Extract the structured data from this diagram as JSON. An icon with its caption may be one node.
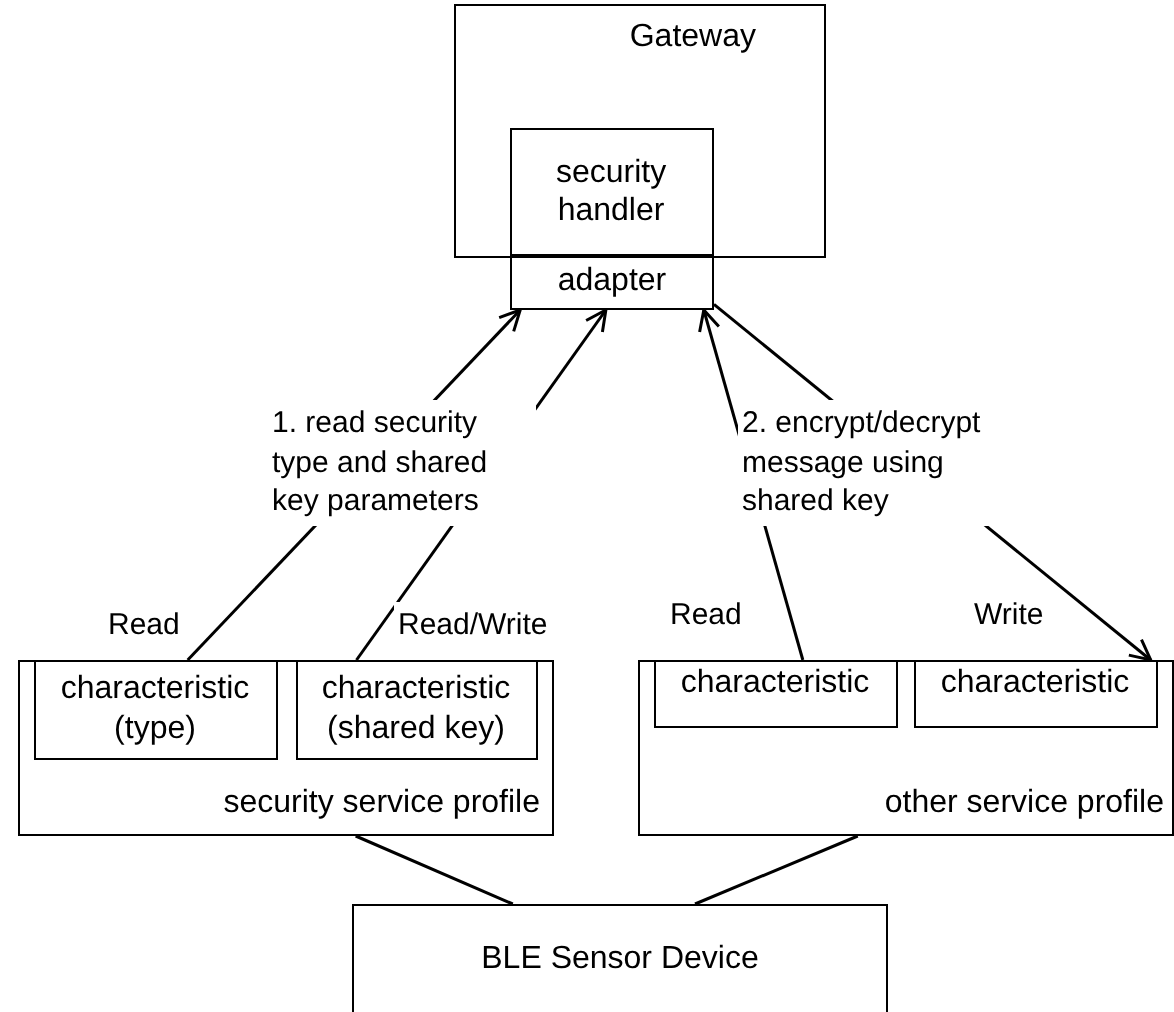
{
  "diagram": {
    "nodes": [
      {
        "text": [
          "Gateway"
        ]
      },
      {
        "text": [
          "security handler"
        ],
        "in": 0
      },
      {
        "text": [
          "adapter"
        ]
      },
      {
        "text": [
          "security service profile"
        ]
      },
      {
        "text": [
          "characteristic (type)"
        ],
        "in": 3
      },
      {
        "text": [
          "characteristic (shared key)"
        ],
        "in": 3
      },
      {
        "text": [
          "other service profile"
        ]
      },
      {
        "text": [
          "characteristic"
        ],
        "in": 6
      },
      {
        "text": [
          "characteristic"
        ],
        "in": 6
      },
      {
        "text": [
          "BLE Sensor Device"
        ]
      }
    ],
    "edges": [
      {
        "from": 4,
        "to": 2,
        "arrow": "to",
        "label": "Read"
      },
      {
        "from": 5,
        "to": 2,
        "arrow": "to",
        "label": "Read/Write"
      },
      {
        "from": 7,
        "to": 2,
        "arrow": "to",
        "label": "Read"
      },
      {
        "from": 2,
        "to": 8,
        "arrow": "to",
        "label": "Write"
      },
      {
        "from": 3,
        "to": 9,
        "arrow": "none"
      },
      {
        "from": 6,
        "to": 9,
        "arrow": "none"
      }
    ],
    "labels": [
      "1. read security type and shared key parameters",
      "2. encrypt/decrypt message using shared key"
    ]
  }
}
